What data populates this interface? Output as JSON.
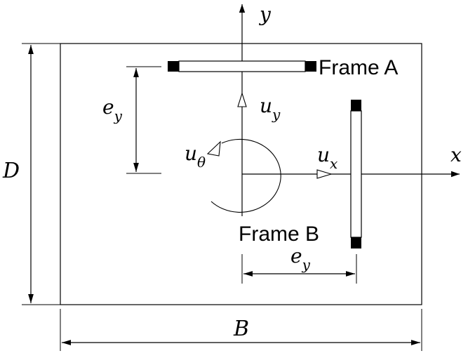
{
  "axes": {
    "x_label": "x",
    "y_label": "y"
  },
  "dimensions": {
    "width_label": "B",
    "depth_label": "D"
  },
  "frames": {
    "frame_a_label": "Frame A",
    "frame_b_label": "Frame B"
  },
  "displacements": {
    "ux": {
      "base": "u",
      "sub": "x"
    },
    "uy": {
      "base": "u",
      "sub": "y"
    },
    "utheta": {
      "base": "u",
      "sub": "θ"
    }
  },
  "eccentricities": {
    "vertical": {
      "base": "e",
      "sub": "y"
    },
    "horizontal": {
      "base": "e",
      "sub": "y"
    }
  },
  "colors": {
    "line": "#000000",
    "background": "#ffffff"
  }
}
